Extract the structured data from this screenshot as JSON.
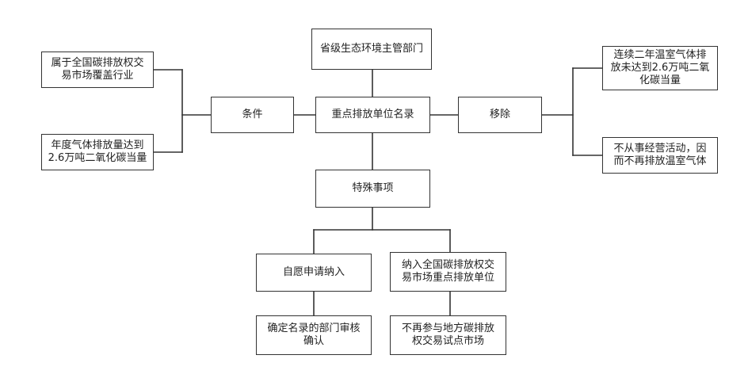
{
  "nodes": {
    "province_dept": "省级生态环境主管部门",
    "key_list": "重点排放单位名录",
    "condition": "条件",
    "removal": "移除",
    "cond_national_market": "属于全国碳排放权交\n易市场覆盖行业",
    "cond_annual_emission": "年度气体排放量达到\n2.6万吨二氧化碳当量",
    "removal_two_years": "连续二年温室气体排\n放未达到2.6万吨二氧\n化碳当量",
    "removal_no_activity": "不从事经营活动，因\n而不再排放温室气体",
    "special_items": "特殊事项",
    "voluntary_apply": "自愿申请纳入",
    "included_national": "纳入全国碳排放权交\n易市场重点排放单位",
    "dept_confirm": "确定名录的部门审核\n确认",
    "no_local_pilot": "不再参与地方碳排放\n权交易试点市场"
  }
}
